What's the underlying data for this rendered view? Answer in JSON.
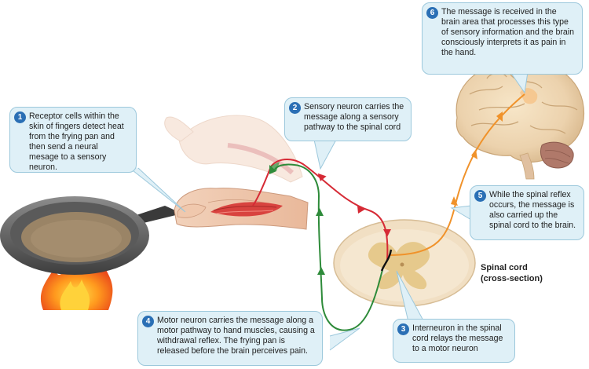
{
  "callouts": [
    {
      "number": "1",
      "text": "Receptor cells within the skin of fingers detect heat from the frying pan and then send a neural mesage to a sensory neuron."
    },
    {
      "number": "2",
      "text": "Sensory neuron carries the message along a sensory pathway to the spinal cord"
    },
    {
      "number": "3",
      "text": "Interneuron in the spinal cord relays the message to a motor neuron"
    },
    {
      "number": "4",
      "text": "Motor neuron carries the message along a motor pathway to hand muscles, causing a withdrawal reflex. The frying pan is released before the brain perceives pain."
    },
    {
      "number": "5",
      "text": "While the spinal reflex occurs, the message is also carried up the spinal cord to the brain."
    },
    {
      "number": "6",
      "text": "The message is received in the brain area that processes this type of sensory information and the brain consciously interprets it as pain in the hand."
    }
  ],
  "spinal_label": {
    "line1": "Spinal cord",
    "line2": "(cross-section)"
  },
  "colors": {
    "sensory": "#d62a35",
    "motor": "#2e8b3a",
    "ascending": "#f0922a",
    "callout_bg": "#dff0f7",
    "number_badge": "#2a6fb5"
  }
}
